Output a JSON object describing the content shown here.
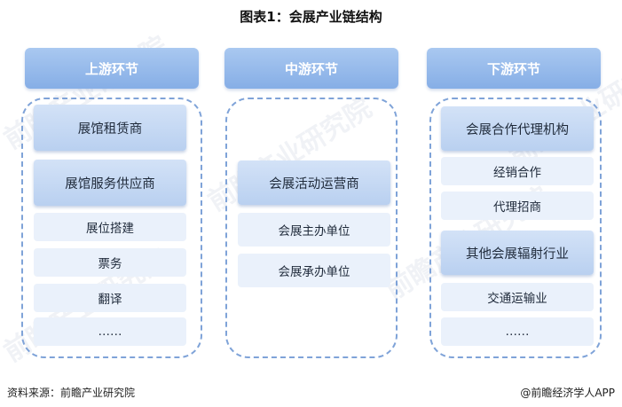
{
  "title": "图表1：会展产业链结构",
  "columns": [
    {
      "header": "上游环节",
      "items": [
        {
          "label": "展馆租赁商",
          "kind": "major"
        },
        {
          "label": "展馆服务供应商",
          "kind": "major"
        },
        {
          "label": "展位搭建",
          "kind": "minor"
        },
        {
          "label": "票务",
          "kind": "minor"
        },
        {
          "label": "翻译",
          "kind": "minor"
        },
        {
          "label": "……",
          "kind": "minor"
        }
      ]
    },
    {
      "header": "中游环节",
      "items": [
        {
          "label": "会展活动运营商",
          "kind": "major"
        },
        {
          "label": "会展主办单位",
          "kind": "minor"
        },
        {
          "label": "会展承办单位",
          "kind": "minor"
        }
      ]
    },
    {
      "header": "下游环节",
      "items": [
        {
          "label": "会展合作代理机构",
          "kind": "major"
        },
        {
          "label": "经销合作",
          "kind": "minor"
        },
        {
          "label": "代理招商",
          "kind": "minor"
        },
        {
          "label": "其他会展辐射行业",
          "kind": "major"
        },
        {
          "label": "交通运输业",
          "kind": "minor"
        },
        {
          "label": "……",
          "kind": "minor"
        }
      ]
    }
  ],
  "watermark": {
    "text": "前瞻产业研究院"
  },
  "footer": {
    "source": "资料来源：前瞻产业研究院",
    "brand": "@前瞻经济学人APP"
  }
}
